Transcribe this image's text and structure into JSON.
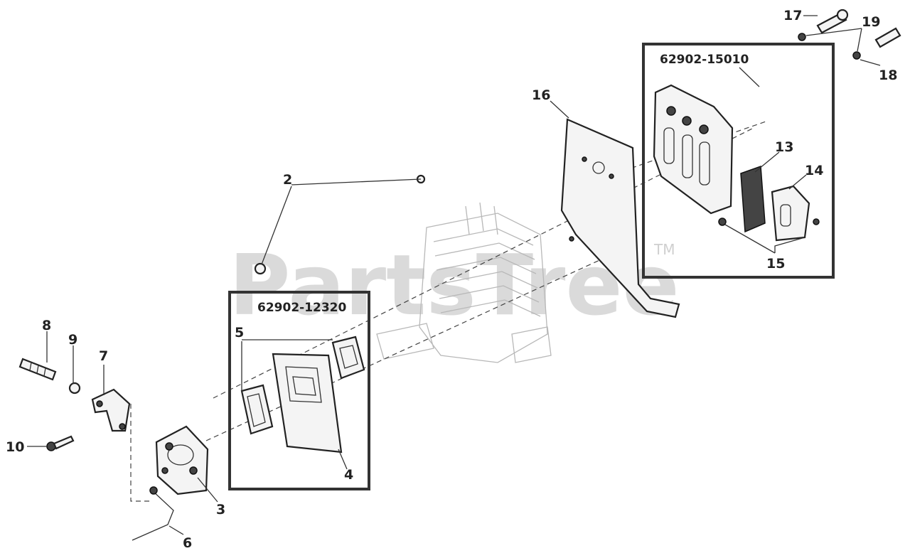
{
  "watermark": {
    "text": "PartsTree",
    "mark": "TM"
  },
  "kits": [
    {
      "id": "62902-12320"
    },
    {
      "id": "62902-15010"
    }
  ],
  "callouts": [
    "2",
    "3",
    "4",
    "5",
    "6",
    "7",
    "8",
    "9",
    "10",
    "13",
    "14",
    "15",
    "16",
    "17",
    "18",
    "19"
  ]
}
